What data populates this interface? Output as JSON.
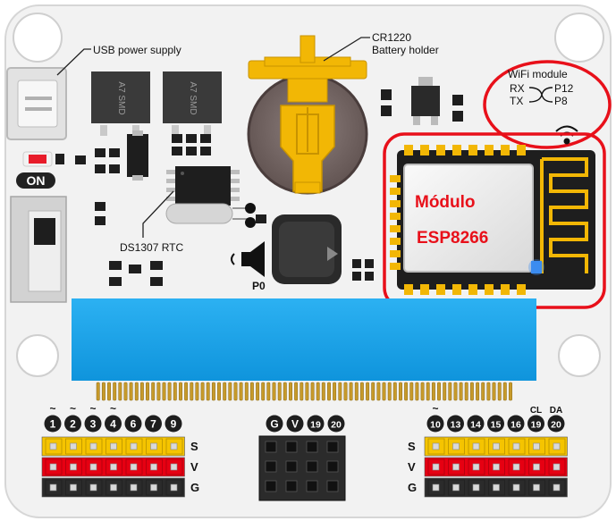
{
  "labels": {
    "usb_power": "USB power supply",
    "battery_holder_1": "CR1220",
    "battery_holder_2": "Battery holder",
    "wifi_module": "WiFi module",
    "rx": "RX",
    "tx": "TX",
    "p12": "P12",
    "p8": "P8",
    "on": "ON",
    "rtc": "DS1307 RTC",
    "p0": "P0",
    "module_1": "Módulo",
    "module_2": "ESP8266",
    "chip_marking": "A7 SMD"
  },
  "pin_groups": {
    "left": [
      "1",
      "2",
      "3",
      "4",
      "6",
      "7",
      "9"
    ],
    "left_tilde": [
      "~",
      "~",
      "~",
      "~",
      "",
      "",
      ""
    ],
    "middle": [
      "G",
      "V",
      "19",
      "20"
    ],
    "right": [
      "10",
      "13",
      "14",
      "15",
      "16",
      "19",
      "20"
    ],
    "right_tilde": [
      "~",
      "",
      "",
      "",
      "",
      "",
      ""
    ],
    "right_top": [
      "",
      "",
      "",
      "",
      "",
      "CL",
      "DA"
    ]
  },
  "row_labels": [
    "S",
    "V",
    "G"
  ],
  "colors": {
    "board": "#f4f4f4",
    "header_yellow": "#f5c400",
    "header_red": "#e60012",
    "header_black": "#2b2b2b",
    "highlight_red": "#e8101a",
    "screen_blue": "#1aa3ea",
    "gold": "#f2b705",
    "chip_black": "#1e1e1e"
  }
}
